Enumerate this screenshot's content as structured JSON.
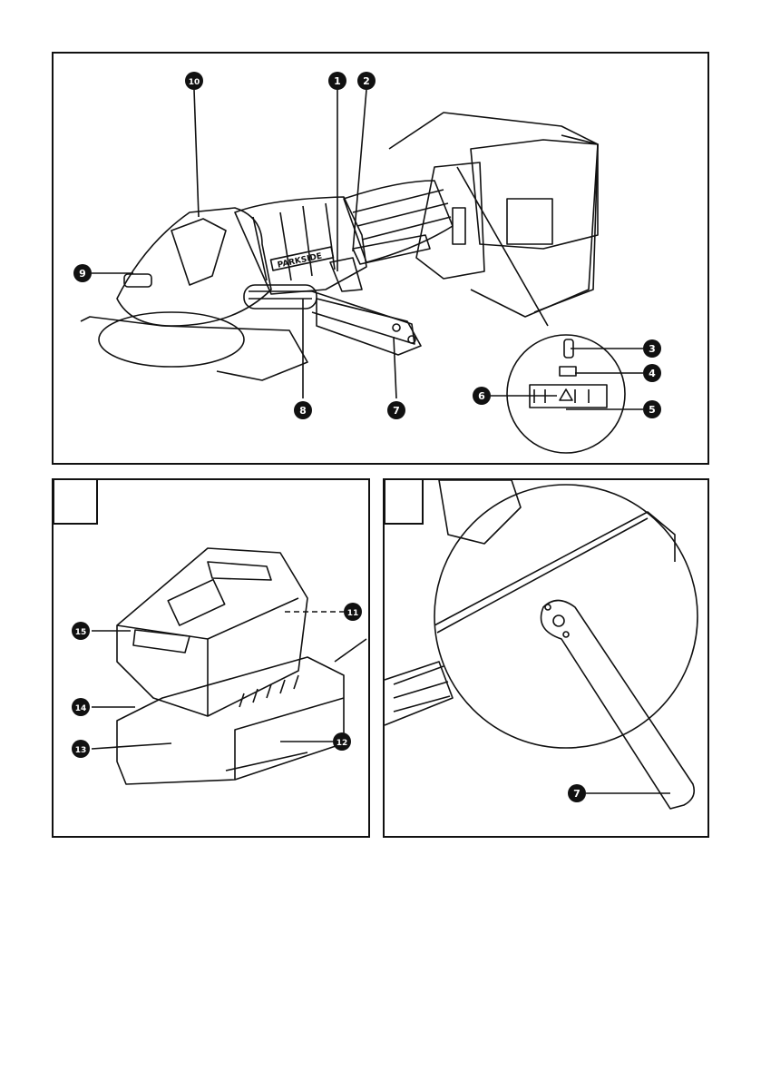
{
  "panels": {
    "main": {
      "callouts": [
        {
          "id": "1",
          "label": "1"
        },
        {
          "id": "2",
          "label": "2"
        },
        {
          "id": "3",
          "label": "3"
        },
        {
          "id": "4",
          "label": "4"
        },
        {
          "id": "5",
          "label": "5"
        },
        {
          "id": "6",
          "label": "6"
        },
        {
          "id": "7",
          "label": "7"
        },
        {
          "id": "8",
          "label": "8"
        },
        {
          "id": "9",
          "label": "9"
        },
        {
          "id": "10",
          "label": "10"
        }
      ],
      "brand_text": "PARKSIDE"
    },
    "charger": {
      "fig_label": "",
      "callouts": [
        {
          "id": "11",
          "label": "11"
        },
        {
          "id": "12",
          "label": "12"
        },
        {
          "id": "13",
          "label": "13"
        },
        {
          "id": "14",
          "label": "14"
        },
        {
          "id": "15",
          "label": "15"
        }
      ]
    },
    "guard": {
      "fig_label": "",
      "callouts": [
        {
          "id": "7",
          "label": "7"
        }
      ]
    }
  },
  "colors": {
    "ink": "#111111",
    "paper": "#ffffff",
    "callout_fill": "#111111"
  }
}
